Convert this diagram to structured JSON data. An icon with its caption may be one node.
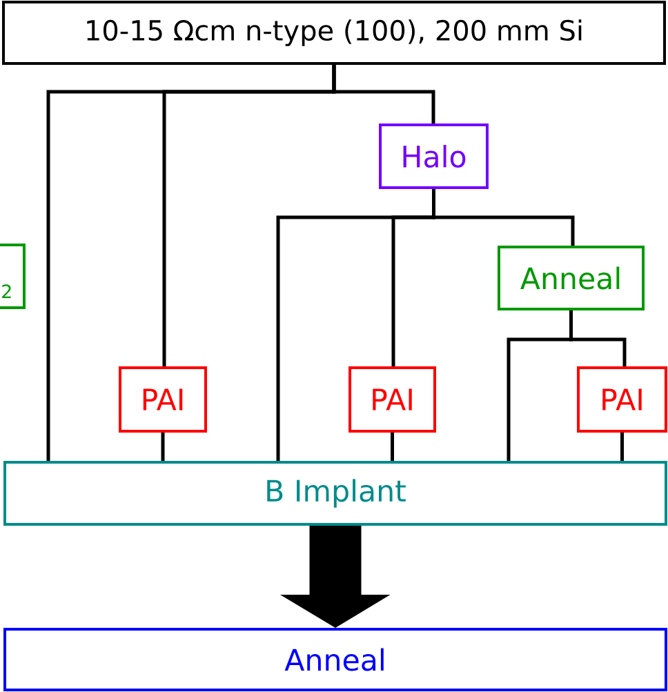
{
  "diagram": {
    "nodes": [
      {
        "text": [
          "10-15 Ωcm n-type (100), 200 mm Si"
        ]
      },
      {
        "text": [
          "Halo"
        ]
      },
      {
        "text": [
          "Anneal"
        ]
      },
      {
        "text": [
          "2"
        ]
      },
      {
        "text": [
          "PAI"
        ]
      },
      {
        "text": [
          "PAI"
        ]
      },
      {
        "text": [
          "PAI"
        ]
      },
      {
        "text": [
          "B Implant"
        ]
      },
      {
        "text": [
          "Anneal"
        ]
      }
    ],
    "edges": [
      {
        "from": 0,
        "to": 7,
        "arrow": "none"
      },
      {
        "from": 0,
        "to": 4,
        "arrow": "none"
      },
      {
        "from": 0,
        "to": 1,
        "arrow": "none"
      },
      {
        "from": 1,
        "to": 7,
        "arrow": "none"
      },
      {
        "from": 1,
        "to": 5,
        "arrow": "none"
      },
      {
        "from": 1,
        "to": 2,
        "arrow": "none"
      },
      {
        "from": 2,
        "to": 7,
        "arrow": "none"
      },
      {
        "from": 2,
        "to": 6,
        "arrow": "none"
      },
      {
        "from": 4,
        "to": 7,
        "arrow": "none"
      },
      {
        "from": 5,
        "to": 7,
        "arrow": "none"
      },
      {
        "from": 6,
        "to": 7,
        "arrow": "none"
      },
      {
        "from": 7,
        "to": 8,
        "arrow": "to",
        "style": "thick"
      }
    ]
  }
}
